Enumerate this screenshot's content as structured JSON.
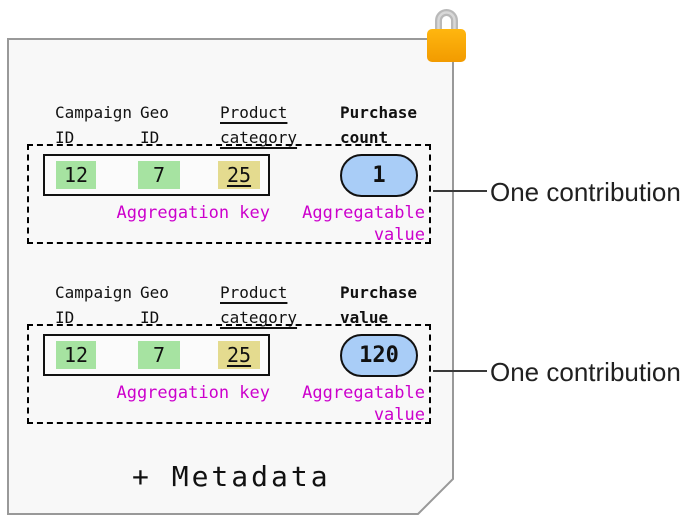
{
  "document": {
    "type_icon": "padlock",
    "metadata_label": "+ Metadata"
  },
  "colors": {
    "green": "#A6E3A1",
    "khaki": "#E4DB8F",
    "blue": "#A9CDF7",
    "magenta": "#CC00CC",
    "lock_orange_top": "#FFB60F",
    "lock_orange_bottom": "#F29B00",
    "doc_fill": "#F8F8F8",
    "doc_border": "#999999"
  },
  "contribution_records": [
    {
      "key_columns": [
        {
          "header": "Campaign\nID",
          "value": "12"
        },
        {
          "header": "Geo\nID",
          "value": "7"
        },
        {
          "header": "Product\ncategory",
          "value": "25"
        }
      ],
      "value_column": {
        "header": "Purchase\ncount",
        "value": "1"
      },
      "aggregation_key_label": "Aggregation key",
      "aggregatable_value_label": "Aggregatable\nvalue",
      "callout_label": "One contribution"
    },
    {
      "key_columns": [
        {
          "header": "Campaign\nID",
          "value": "12"
        },
        {
          "header": "Geo\nID",
          "value": "7"
        },
        {
          "header": "Product\ncategory",
          "value": "25"
        }
      ],
      "value_column": {
        "header": "Purchase\nvalue",
        "value": "120"
      },
      "aggregation_key_label": "Aggregation key",
      "aggregatable_value_label": "Aggregatable\nvalue",
      "callout_label": "One contribution"
    }
  ]
}
